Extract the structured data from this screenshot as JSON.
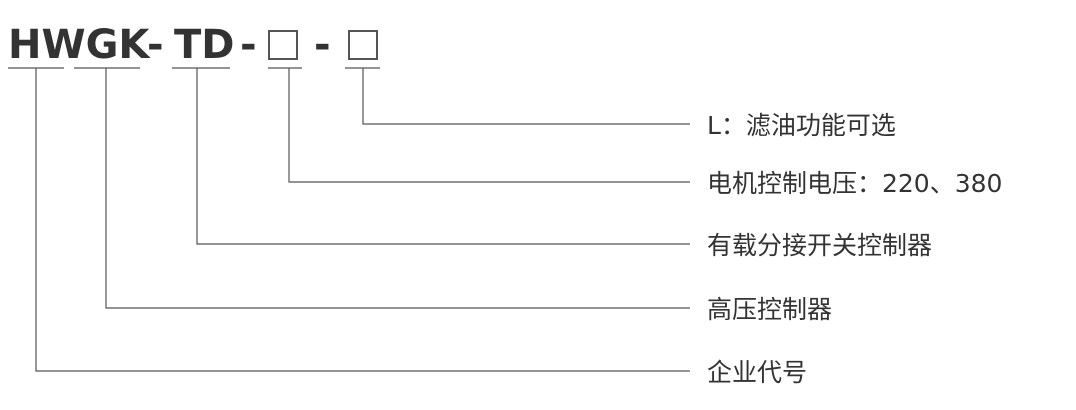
{
  "model_code": {
    "prefix": "HWGK",
    "part2": "TD",
    "separator": "-"
  },
  "labels": {
    "option_filter": "L：滤油功能可选",
    "motor_voltage": "电机控制电压：220、380",
    "on_load_tap_changer_controller": "有载分接开关控制器",
    "high_voltage_controller": "高压控制器",
    "company_code": "企业代号"
  },
  "colors": {
    "text": "#333333",
    "line": "#555555"
  }
}
